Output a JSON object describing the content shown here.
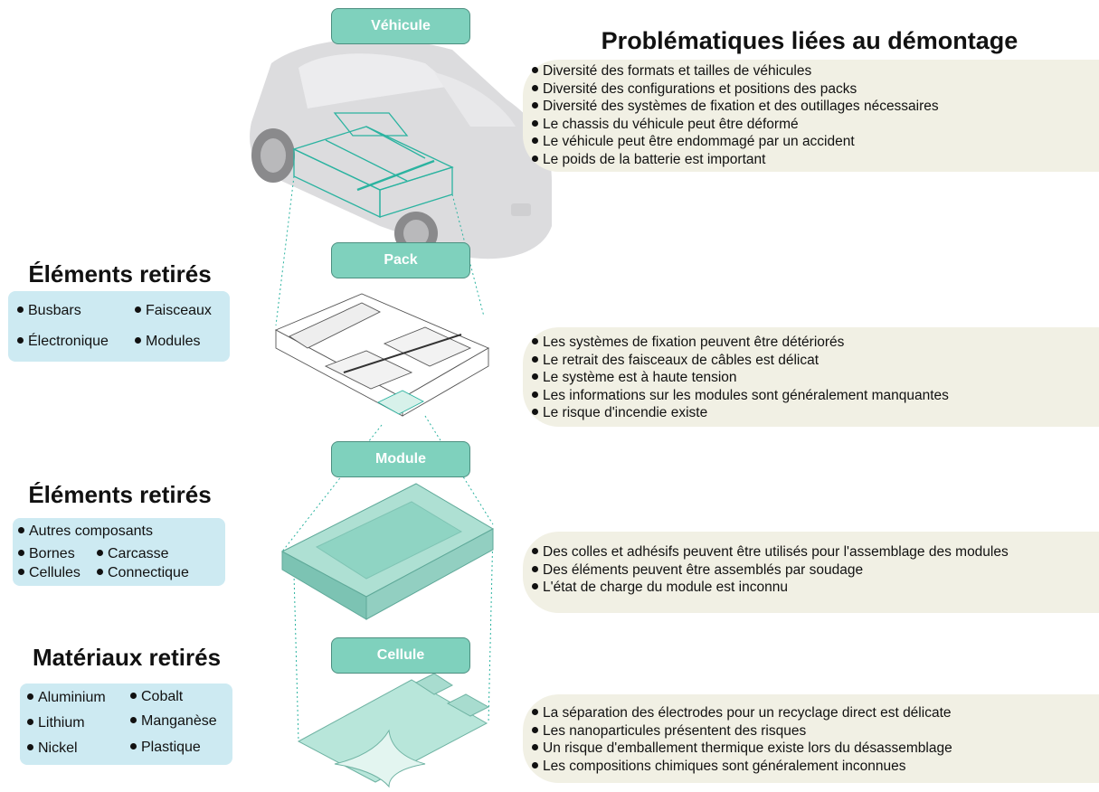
{
  "title": "Problématiques liées au démontage",
  "stages": {
    "vehicule": "Véhicule",
    "pack": "Pack",
    "module": "Module",
    "cellule": "Cellule"
  },
  "issues": {
    "vehicule": [
      "Diversité des formats et tailles de véhicules",
      "Diversité des configurations et positions des packs",
      "Diversité des systèmes de fixation et des outillages nécessaires",
      "Le chassis du véhicule peut être déformé",
      "Le véhicule peut être endommagé par un accident",
      "Le poids de la batterie est important"
    ],
    "pack": [
      "Les systèmes de fixation peuvent être détériorés",
      "Le retrait des faisceaux de câbles est délicat",
      "Le système est à haute tension",
      "Les informations sur les modules sont généralement manquantes",
      "Le risque d'incendie existe"
    ],
    "module": [
      "Des colles et adhésifs peuvent être utilisés pour l'assemblage des modules",
      "Des éléments peuvent être assemblés par soudage",
      "L'état de charge du module est inconnu"
    ],
    "cellule": [
      "La séparation des électrodes pour un recyclage direct est délicate",
      "Les nanoparticules présentent des risques",
      "Un risque d'emballement thermique existe lors du désassemblage",
      "Les compositions chimiques sont généralement inconnues"
    ]
  },
  "removed_pack": {
    "title": "Éléments retirés",
    "items": [
      "Busbars",
      "Faisceaux",
      "Électronique",
      "Modules"
    ]
  },
  "removed_module": {
    "title": "Éléments retirés",
    "items": [
      "Autres composants",
      "Bornes",
      "Carcasse",
      "Cellules",
      "Connectique"
    ]
  },
  "removed_cell": {
    "title": "Matériaux retirés",
    "items": [
      "Aluminium",
      "Cobalt",
      "Lithium",
      "Manganèse",
      "Nickel",
      "Plastique"
    ]
  },
  "colors": {
    "stage_fill": "#7fd1bd",
    "issue_bg": "#f1f0e4",
    "removed_bg": "#cdeaf2",
    "teal_line": "#2bb3a0"
  }
}
